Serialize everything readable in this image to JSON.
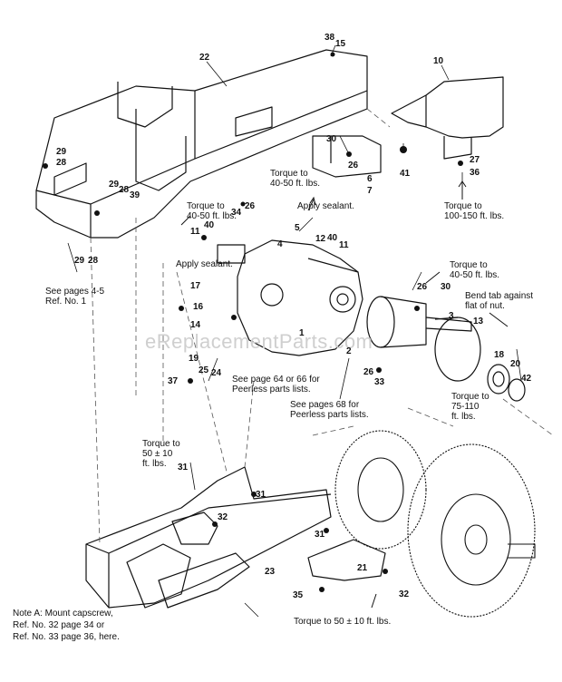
{
  "watermark": "eReplacementParts.com",
  "callouts": [
    {
      "id": "c22",
      "text": "22"
    },
    {
      "id": "c38",
      "text": "38"
    },
    {
      "id": "c15",
      "text": "15"
    },
    {
      "id": "c10",
      "text": "10"
    },
    {
      "id": "c29a",
      "text": "29"
    },
    {
      "id": "c28a",
      "text": "28"
    },
    {
      "id": "c29b",
      "text": "29"
    },
    {
      "id": "c28b",
      "text": "28"
    },
    {
      "id": "c39",
      "text": "39"
    },
    {
      "id": "c30a",
      "text": "30"
    },
    {
      "id": "c26a",
      "text": "26"
    },
    {
      "id": "c6",
      "text": "6"
    },
    {
      "id": "c7",
      "text": "7"
    },
    {
      "id": "c41",
      "text": "41"
    },
    {
      "id": "c27",
      "text": "27"
    },
    {
      "id": "c36",
      "text": "36"
    },
    {
      "id": "c34",
      "text": "34"
    },
    {
      "id": "c26b",
      "text": "26"
    },
    {
      "id": "c11a",
      "text": "11"
    },
    {
      "id": "c40a",
      "text": "40"
    },
    {
      "id": "c5",
      "text": "5"
    },
    {
      "id": "c4",
      "text": "4"
    },
    {
      "id": "c12",
      "text": "12"
    },
    {
      "id": "c40b",
      "text": "40"
    },
    {
      "id": "c11b",
      "text": "11"
    },
    {
      "id": "c29c",
      "text": "29"
    },
    {
      "id": "c28c",
      "text": "28"
    },
    {
      "id": "c17",
      "text": "17"
    },
    {
      "id": "c16",
      "text": "16"
    },
    {
      "id": "c14",
      "text": "14"
    },
    {
      "id": "c19",
      "text": "19"
    },
    {
      "id": "c25",
      "text": "25"
    },
    {
      "id": "c24",
      "text": "24"
    },
    {
      "id": "c37",
      "text": "37"
    },
    {
      "id": "c1",
      "text": "1"
    },
    {
      "id": "c26c",
      "text": "26"
    },
    {
      "id": "c30b",
      "text": "30"
    },
    {
      "id": "c3",
      "text": "3"
    },
    {
      "id": "c13",
      "text": "13"
    },
    {
      "id": "c2",
      "text": "2"
    },
    {
      "id": "c26d",
      "text": "26"
    },
    {
      "id": "c33",
      "text": "33"
    },
    {
      "id": "c18",
      "text": "18"
    },
    {
      "id": "c20",
      "text": "20"
    },
    {
      "id": "c42",
      "text": "42"
    },
    {
      "id": "c31a",
      "text": "31"
    },
    {
      "id": "c31b",
      "text": "31"
    },
    {
      "id": "c32a",
      "text": "32"
    },
    {
      "id": "c31c",
      "text": "31"
    },
    {
      "id": "c23",
      "text": "23"
    },
    {
      "id": "c21",
      "text": "21"
    },
    {
      "id": "c35",
      "text": "35"
    },
    {
      "id": "c32b",
      "text": "32"
    }
  ],
  "annotations": {
    "torque_40_50_top": "Torque to\n40-50 ft. lbs.",
    "torque_100_150": "Torque to\n100-150 ft. lbs.",
    "apply_sealant_right": "Apply sealant.",
    "torque_40_50_left": "Torque to\n40-50 ft. lbs.",
    "apply_sealant_left": "Apply sealant.",
    "see_pages_4_5": "See pages 4-5\nRef. No. 1",
    "torque_40_50_mid": "Torque to\n40-50 ft. lbs.",
    "bend_tab": "Bend tab against\nflat of nut.",
    "see_page_64_66": "See page 64 or 66 for\nPeerless parts lists.",
    "see_pages_68": "See pages 68 for\nPeerless parts lists.",
    "torque_75_110": "Torque to\n75-110\nft. lbs.",
    "torque_50_10": "Torque to\n50 ± 10\nft. lbs.",
    "torque_50_10_bottom": "Torque to 50 ± 10 ft. lbs.",
    "note_a": "Note A: Mount capscrew,\nRef. No. 32 page 34 or\nRef. No. 33 page 36, here."
  }
}
